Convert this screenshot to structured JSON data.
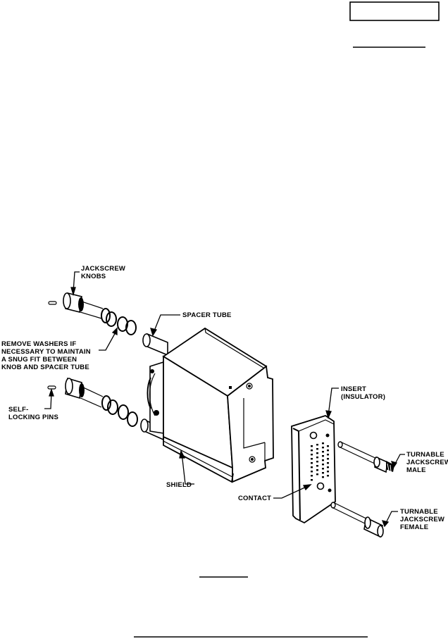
{
  "labels": {
    "jackscrew_knobs": [
      "JACKSCREW",
      "KNOBS"
    ],
    "spacer_tube": [
      "SPACER TUBE"
    ],
    "remove_washers": [
      "REMOVE WASHERS IF",
      "NECESSARY TO MAINTAIN",
      "A SNUG FIT BETWEEN",
      "KNOB AND SPACER TUBE"
    ],
    "self_locking_pins": [
      "SELF-",
      "LOCKING PINS"
    ],
    "insert_insulator": [
      "INSERT",
      "(INSULATOR)"
    ],
    "turnable_jackscrew_male": [
      "TURNABLE",
      "JACKSCREW",
      "MALE"
    ],
    "turnable_jackscrew_female": [
      "TURNABLE",
      "JACKSCREW",
      "FEMALE"
    ],
    "shield": [
      "SHIELD"
    ],
    "contact": [
      "CONTACT"
    ]
  }
}
